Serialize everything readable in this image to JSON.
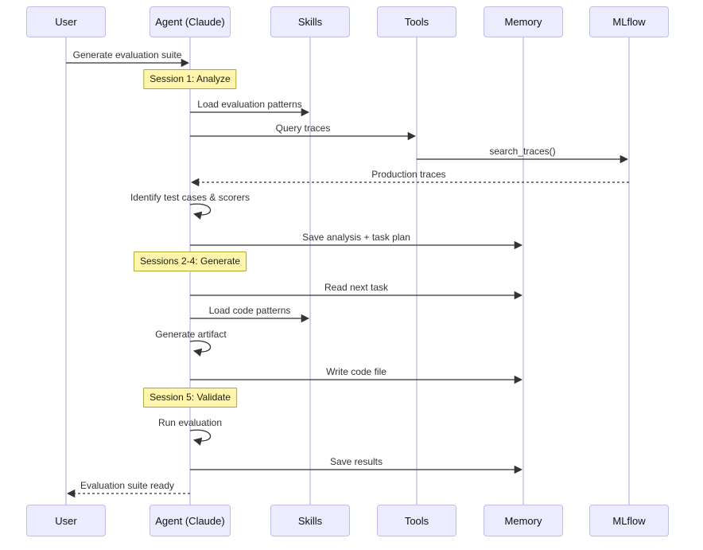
{
  "diagram_type": "sequence-diagram",
  "participants": [
    {
      "name": "User"
    },
    {
      "name": "Agent (Claude)"
    },
    {
      "name": "Skills"
    },
    {
      "name": "Tools"
    },
    {
      "name": "Memory"
    },
    {
      "name": "MLflow"
    }
  ],
  "messages": [
    {
      "from": "User",
      "to": "Agent (Claude)",
      "label": "Generate evaluation suite",
      "style": "solid"
    },
    {
      "from": "Agent (Claude)",
      "to": "Skills",
      "label": "Load evaluation patterns",
      "style": "solid"
    },
    {
      "from": "Agent (Claude)",
      "to": "Tools",
      "label": "Query traces",
      "style": "solid"
    },
    {
      "from": "Tools",
      "to": "MLflow",
      "label": "search_traces()",
      "style": "solid"
    },
    {
      "from": "MLflow",
      "to": "Agent (Claude)",
      "label": "Production traces",
      "style": "dashed"
    },
    {
      "from": "Agent (Claude)",
      "to": "Agent (Claude)",
      "label": "Identify test cases & scorers",
      "style": "self"
    },
    {
      "from": "Agent (Claude)",
      "to": "Memory",
      "label": "Save analysis + task plan",
      "style": "solid"
    },
    {
      "from": "Agent (Claude)",
      "to": "Memory",
      "label": "Read next task",
      "style": "solid"
    },
    {
      "from": "Agent (Claude)",
      "to": "Skills",
      "label": "Load code patterns",
      "style": "solid"
    },
    {
      "from": "Agent (Claude)",
      "to": "Agent (Claude)",
      "label": "Generate artifact",
      "style": "self"
    },
    {
      "from": "Agent (Claude)",
      "to": "Memory",
      "label": "Write code file",
      "style": "solid"
    },
    {
      "from": "Agent (Claude)",
      "to": "Agent (Claude)",
      "label": "Run evaluation",
      "style": "self"
    },
    {
      "from": "Agent (Claude)",
      "to": "Memory",
      "label": "Save results",
      "style": "solid"
    },
    {
      "from": "Agent (Claude)",
      "to": "User",
      "label": "Evaluation suite ready",
      "style": "dashed"
    }
  ],
  "notes": [
    {
      "text": "Session 1: Analyze",
      "over": "Agent (Claude)"
    },
    {
      "text": "Sessions 2-4: Generate",
      "over": "Agent (Claude)"
    },
    {
      "text": "Session 5: Validate",
      "over": "Agent (Claude)"
    }
  ],
  "colors": {
    "actor_fill": "#ECECFF",
    "actor_border": "#C3BBE8",
    "lifeline": "#D8D0F0",
    "note_fill": "#FFF5AD",
    "note_border": "#AAAA33",
    "message_line": "#333333",
    "text": "#333333",
    "background": "#FFFFFF"
  }
}
